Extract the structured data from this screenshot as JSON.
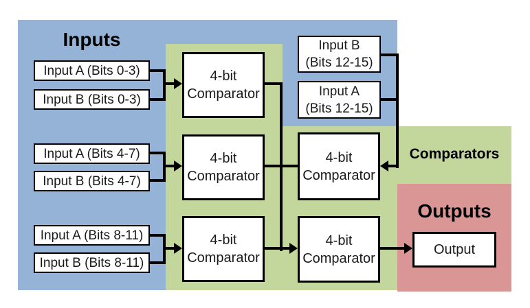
{
  "sections": {
    "inputs": {
      "title": "Inputs"
    },
    "comparators": {
      "title": "Comparators"
    },
    "outputs": {
      "title": "Outputs"
    }
  },
  "colors": {
    "blue": "#95B3D7",
    "green": "#C3D69B",
    "red": "#D99694",
    "line": "#000000",
    "box_fill": "#FFFFFF",
    "box_border": "#000000"
  },
  "boxes": {
    "input_a_0_3": "Input A (Bits 0-3)",
    "input_b_0_3": "Input B (Bits 0-3)",
    "input_a_4_7": "Input A (Bits 4-7)",
    "input_b_4_7": "Input B (Bits 4-7)",
    "input_a_8_11": "Input A (Bits 8-11)",
    "input_b_8_11": "Input B (Bits 8-11)",
    "input_b_12_15": {
      "line1": "Input B",
      "line2": "(Bits 12-15)"
    },
    "input_a_12_15": {
      "line1": "Input A",
      "line2": "(Bits 12-15)"
    },
    "comparator": {
      "line1": "4-bit",
      "line2": "Comparator"
    },
    "output": "Output"
  }
}
